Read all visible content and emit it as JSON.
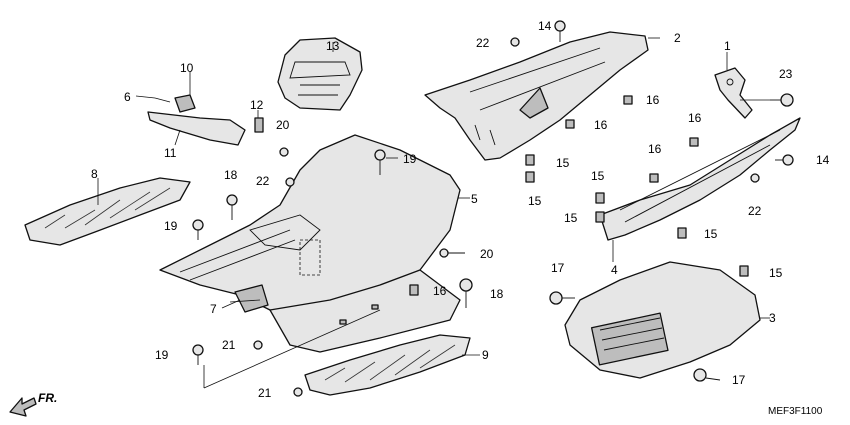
{
  "diagram_code": "MEF3F1100",
  "direction_label": "FR.",
  "callouts": [
    {
      "id": "c1",
      "label": "1"
    },
    {
      "id": "c2",
      "label": "2"
    },
    {
      "id": "c3",
      "label": "3"
    },
    {
      "id": "c4",
      "label": "4"
    },
    {
      "id": "c5",
      "label": "5"
    },
    {
      "id": "c6",
      "label": "6"
    },
    {
      "id": "c7",
      "label": "7"
    },
    {
      "id": "c8",
      "label": "8"
    },
    {
      "id": "c9",
      "label": "9"
    },
    {
      "id": "c10",
      "label": "10"
    },
    {
      "id": "c11",
      "label": "11"
    },
    {
      "id": "c12",
      "label": "12"
    },
    {
      "id": "c13",
      "label": "13"
    },
    {
      "id": "c14a",
      "label": "14"
    },
    {
      "id": "c14b",
      "label": "14"
    },
    {
      "id": "c15a",
      "label": "15"
    },
    {
      "id": "c15b",
      "label": "15"
    },
    {
      "id": "c15c",
      "label": "15"
    },
    {
      "id": "c15d",
      "label": "15"
    },
    {
      "id": "c15e",
      "label": "15"
    },
    {
      "id": "c15f",
      "label": "15"
    },
    {
      "id": "c16a",
      "label": "16"
    },
    {
      "id": "c16b",
      "label": "16"
    },
    {
      "id": "c16c",
      "label": "16"
    },
    {
      "id": "c16d",
      "label": "16"
    },
    {
      "id": "c16e",
      "label": "16"
    },
    {
      "id": "c17a",
      "label": "17"
    },
    {
      "id": "c17b",
      "label": "17"
    },
    {
      "id": "c18a",
      "label": "18"
    },
    {
      "id": "c18b",
      "label": "18"
    },
    {
      "id": "c19a",
      "label": "19"
    },
    {
      "id": "c19b",
      "label": "19"
    },
    {
      "id": "c19c",
      "label": "19"
    },
    {
      "id": "c20a",
      "label": "20"
    },
    {
      "id": "c20b",
      "label": "20"
    },
    {
      "id": "c21a",
      "label": "21"
    },
    {
      "id": "c21b",
      "label": "21"
    },
    {
      "id": "c22a",
      "label": "22"
    },
    {
      "id": "c22b",
      "label": "22"
    },
    {
      "id": "c22c",
      "label": "22"
    },
    {
      "id": "c23",
      "label": "23"
    }
  ]
}
